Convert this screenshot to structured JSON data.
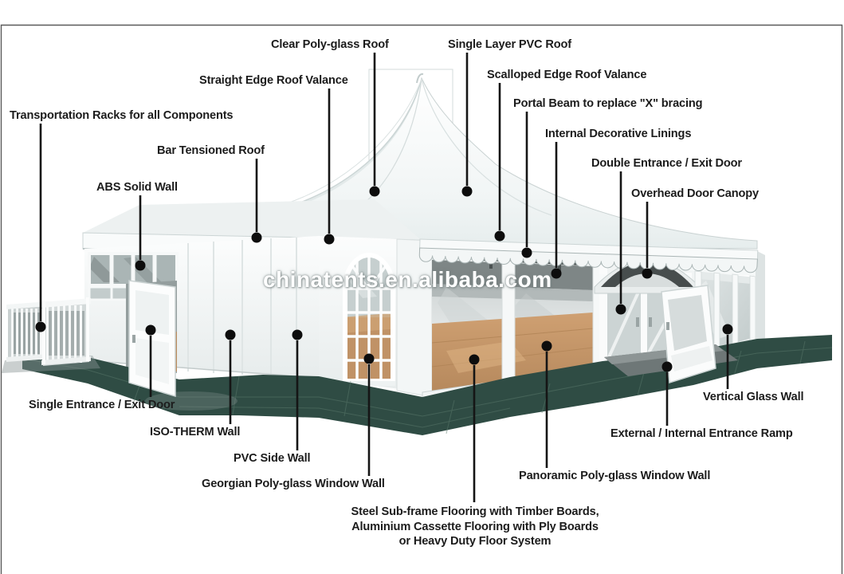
{
  "watermark": {
    "text": "chinatents.en.alibaba.com"
  },
  "callouts": {
    "clear_poly_glass_roof": "Clear Poly-glass Roof",
    "single_layer_pvc_roof": "Single Layer PVC Roof",
    "straight_edge_roof_valance": "Straight Edge Roof Valance",
    "scalloped_edge_roof_valance": "Scalloped Edge Roof Valance",
    "portal_beam": "Portal Beam to replace \"X\" bracing",
    "internal_decorative_linings": "Internal Decorative Linings",
    "transportation_racks": "Transportation Racks for all Components",
    "bar_tensioned_roof": "Bar Tensioned Roof",
    "double_entrance_exit_door": "Double Entrance / Exit Door",
    "abs_solid_wall": "ABS Solid Wall",
    "overhead_door_canopy": "Overhead Door Canopy",
    "single_entrance_exit_door": "Single Entrance / Exit Door",
    "iso_therm_wall": "ISO-THERM Wall",
    "pvc_side_wall": "PVC Side Wall",
    "georgian_poly_glass_window_wall": "Georgian Poly-glass Window Wall",
    "panoramic_poly_glass_window_wall": "Panoramic Poly-glass Window Wall",
    "vertical_glass_wall": "Vertical Glass Wall",
    "external_internal_entrance_ramp": "External / Internal Entrance Ramp",
    "floor_note_line1": "Steel Sub-frame Flooring with Timber Boards,",
    "floor_note_line2": "Aluminium Cassette Flooring with Ply Boards",
    "floor_note_line3": "or Heavy Duty Floor System"
  },
  "colors": {
    "label_text": "#1c1c1c",
    "leader_line": "#151515",
    "carpet_green": "#2f4c44",
    "wood_floor": "#c79a6c",
    "canopy_dark": "#474d4d",
    "tent_white": "#f7f9f9",
    "watermark": "#ffffff"
  }
}
